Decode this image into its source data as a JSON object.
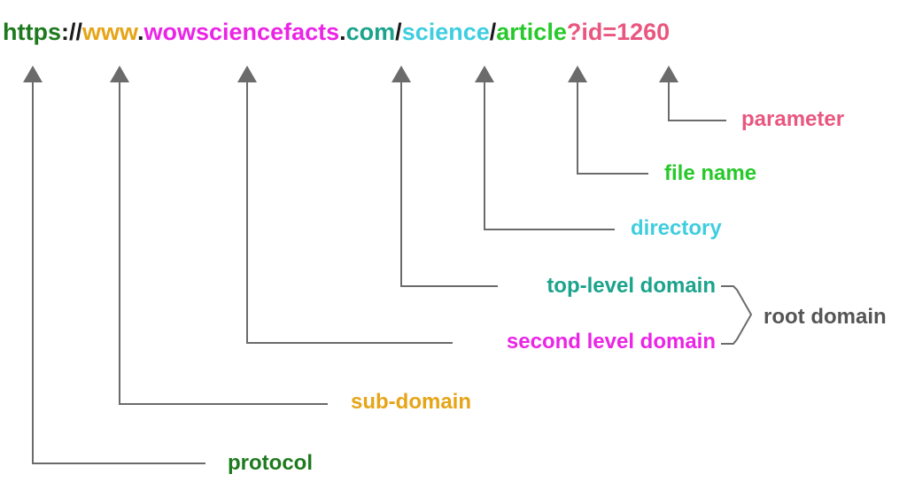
{
  "url": {
    "segments": [
      {
        "text": "https",
        "color": "#1e7a1e",
        "part": "protocol"
      },
      {
        "text": "://",
        "color": "#1a1a1a",
        "part": "separator"
      },
      {
        "text": "www",
        "color": "#e6a417",
        "part": "sub-domain"
      },
      {
        "text": ".",
        "color": "#1a1a1a",
        "part": "separator"
      },
      {
        "text": "wowsciencefacts",
        "color": "#ea25e6",
        "part": "second level domain"
      },
      {
        "text": ".",
        "color": "#1a1a1a",
        "part": "separator"
      },
      {
        "text": "com",
        "color": "#1ba38c",
        "part": "top-level domain"
      },
      {
        "text": "/",
        "color": "#1a1a1a",
        "part": "separator"
      },
      {
        "text": "science",
        "color": "#3fcde0",
        "part": "directory"
      },
      {
        "text": "/",
        "color": "#1a1a1a",
        "part": "separator"
      },
      {
        "text": "article",
        "color": "#27c92a",
        "part": "file name"
      },
      {
        "text": "?id=1260",
        "color": "#e9567f",
        "part": "parameter"
      }
    ]
  },
  "labels": {
    "parameter": "parameter",
    "file_name": "file name",
    "directory": "directory",
    "top_level_domain": "top-level domain",
    "second_level_domain": "second level domain",
    "root_domain": "root domain",
    "sub_domain": "sub-domain",
    "protocol": "protocol"
  },
  "colors": {
    "parameter": "#e9567f",
    "file_name": "#27c92a",
    "directory": "#3fcde0",
    "top_level_domain": "#1ba38c",
    "second_level_domain": "#ea25e6",
    "root_domain": "#555555",
    "sub_domain": "#e6a417",
    "protocol": "#1e7a1e",
    "arrow": "#6b6b6b"
  }
}
